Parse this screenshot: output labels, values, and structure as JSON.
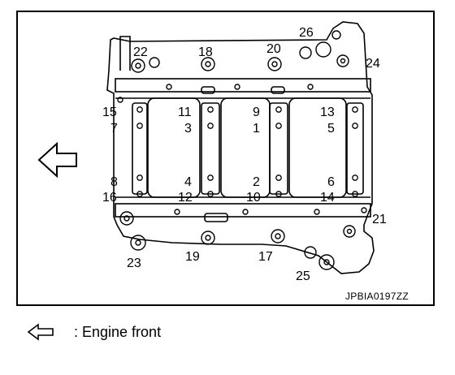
{
  "diagram": {
    "callouts": [
      "22",
      "18",
      "20",
      "26",
      "24",
      "15",
      "7",
      "11",
      "3",
      "9",
      "1",
      "13",
      "5",
      "8",
      "16",
      "4",
      "12",
      "2",
      "10",
      "6",
      "14",
      "21",
      "23",
      "19",
      "17",
      "25"
    ],
    "reference_code": "JPBIA0197ZZ"
  },
  "legend": {
    "icon": "outline-left-arrow-icon",
    "text": ": Engine front"
  }
}
